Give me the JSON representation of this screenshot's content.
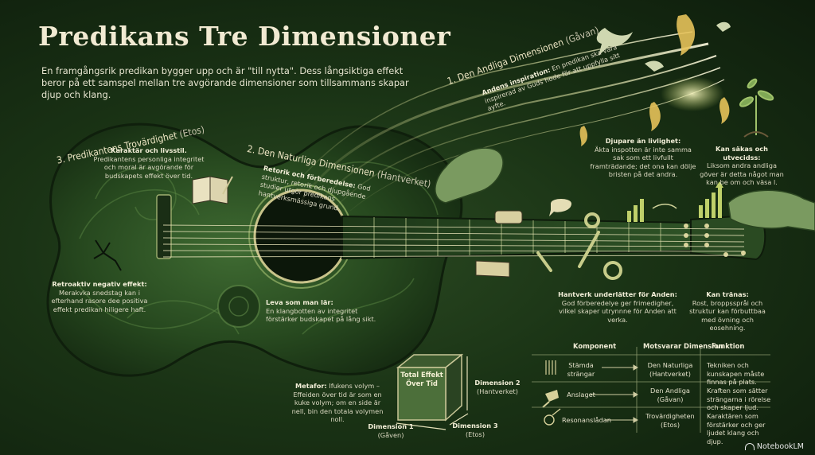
{
  "title": "Predikans Tre Dimensioner",
  "intro": "En framgångsrik predikan bygger upp och är \"till nytta\". Dess långsiktiga effekt beror på ett samspel mellan tre avgörande dimensioner som tillsammans skapar djup och klang.",
  "dim1": {
    "title": "1. Den Andliga Dimensionen",
    "sub": "(Gåvan)",
    "note_head": "Andens inspiration:",
    "note_body": "En predikan ska vara inspirerad av Guds hode för att uppfylla sitt ayfte."
  },
  "dim2": {
    "title": "2. Den Naturliga Dimensionen",
    "sub": "(Hantverket)",
    "note_head": "Retorik och förberedelse:",
    "note_body": "God struktur, retorik och djupgående studier utgör predikans hantverksmässiga grund."
  },
  "dim3": {
    "title": "3. Predikantens Trovärdighet",
    "sub": "(Etos)",
    "note_head": "Karaktär och livsstil.",
    "note_body": "Predikantens personliga integritet och moral är avgörande för budskapets effekt över tid."
  },
  "notes": {
    "deeper": {
      "head": "Djupare än livlighet:",
      "body": "Äkta inspotten är inte samma sak som ett livfullt framträdande; det ona kan dölje bristen på det andra."
    },
    "develop": {
      "head": "Kan säkas och utvecidss:",
      "body": "Liksom andra andliga göver är detta något man kan be om och väsa l."
    },
    "craft": {
      "head": "Hantverk underlätter för Anden:",
      "body": "God förberedelye ger frimedigher, vilkel skaper utrynnne för Anden att verka."
    },
    "train": {
      "head": "Kan tränas:",
      "body": "Rost, broppsspråi och struktur kan förbuttbaa med övning och eosehning."
    },
    "retro": {
      "head": "Retroaktiv negativ effekt:",
      "body": "Merakvka snedstag kan i efterhand rasore dee positiva effekt predikan hiligere haft."
    },
    "live": {
      "head": "Leva som man lär:",
      "body": "En klangbotten av integritet förstärker budskapet på lång sikt."
    },
    "metaphor": {
      "head": "Metafor:",
      "body": "Ifukens volym – Effeiden över tid är som en kuke volym; om en side är nell, bin den totala volymen noll."
    }
  },
  "cube": {
    "face": "Total Effekt Över Tid",
    "d1": "Dimension 1",
    "d1s": "(Gåven)",
    "d2": "Dimension 2",
    "d2s": "(Hantverket)",
    "d3": "Dimension 3",
    "d3s": "(Etos)"
  },
  "table": {
    "headers": [
      "Komponent",
      "Motsvarar Dimension",
      "Funktion"
    ],
    "rows": [
      {
        "icon": "strings-icon",
        "component": "Stämda strängar",
        "dimension": "Den Naturliga (Hantverket)",
        "function": "Tekniken och kunskapen måste finnas på plats."
      },
      {
        "icon": "pick-icon",
        "component": "Anslaget",
        "dimension": "Den Andliga (Gåvan)",
        "function": "Kraften som sätter strängarna i rörelse och skaper ljud."
      },
      {
        "icon": "guitar-icon",
        "component": "Resonanslådan",
        "dimension": "Trovärdigheten (Etos)",
        "function": "Karaktären som förstärker och ger ljudet klang och djup."
      }
    ]
  },
  "logo": "NotebookLM",
  "colors": {
    "background": "#1a3315",
    "guitar": "#2d5425",
    "glow": "#e8eca0",
    "text": "#e8e6d0"
  }
}
